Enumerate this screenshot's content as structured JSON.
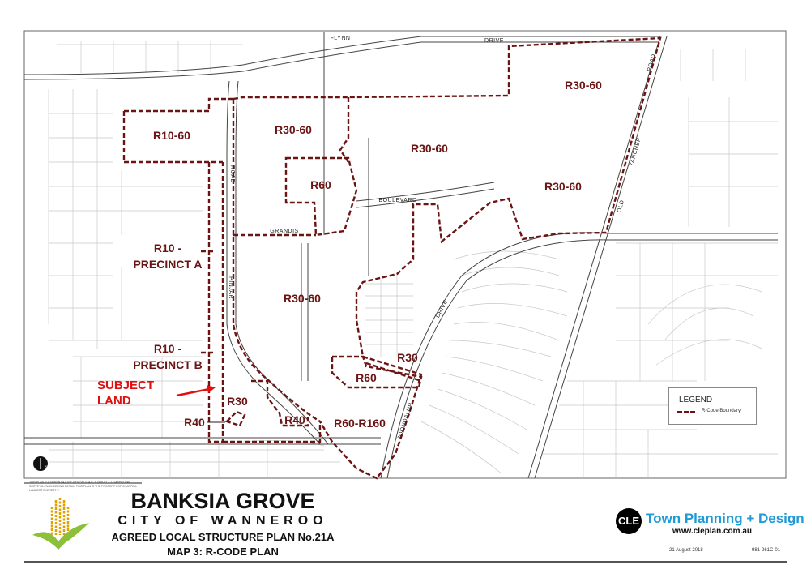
{
  "map": {
    "zones": {
      "r30_60_ne": "R30-60",
      "r30_60_nw": "R30-60",
      "r30_60_c": "R30-60",
      "r30_60_e": "R30-60",
      "r30_60_s": "R30-60",
      "r10_60": "R10-60",
      "r60_n": "R60",
      "r10_a_1": "R10 -",
      "r10_a_2": "PRECINCT A",
      "r10_b_1": "R10 -",
      "r10_b_2": "PRECINCT B",
      "r30_w": "R30",
      "r30_e": "R30",
      "r40_w": "R40",
      "r40_e": "R40",
      "r60_s": "R60",
      "r60_r160": "R60-R160"
    },
    "subject_land": [
      "SUBJECT",
      "LAND"
    ],
    "roads": {
      "flynn": "FLYNN",
      "flynn_drive": "DRIVE",
      "old_yanchep_road": "ROAD",
      "old_yanchep": "YANCHEP",
      "old": "OLD",
      "boulevard": "BOULEVARD",
      "grandis": "GRANDIS",
      "pinjar_road": "ROAD",
      "pinjar": "PINJAR",
      "joondalup_drive": "DRIVE",
      "joondalup": "JOONDALUP"
    },
    "north_label": "N",
    "colors": {
      "boundary": "#6b1414",
      "subject": "#e01010",
      "brand": "#1e9ad6"
    }
  },
  "legend": {
    "title": "LEGEND",
    "items": [
      {
        "label": "R-Code Boundary",
        "icon": "dashed-line"
      }
    ]
  },
  "title_block": {
    "disclaimer": "THIS PLAN IS CURRENT AT THE REVISED DATE & SUBJECT TO APPROVAL, SURVEY & ENGINEERING DETAIL. THIS PLAN IS THE PROPERTY OF CHAPPELL LAMBERT EVERETT ©",
    "title": "BANKSIA GROVE",
    "council": "CITY OF WANNEROO",
    "plan": "AGREED LOCAL STRUCTURE PLAN No.21A",
    "map": "MAP 3: R-CODE PLAN",
    "firm_logo": "CLE",
    "firm_name": "Town Planning + Design",
    "firm_url": "www.cleplan.com.au",
    "date": "21 August 2018",
    "reference": "981-261C-01"
  }
}
